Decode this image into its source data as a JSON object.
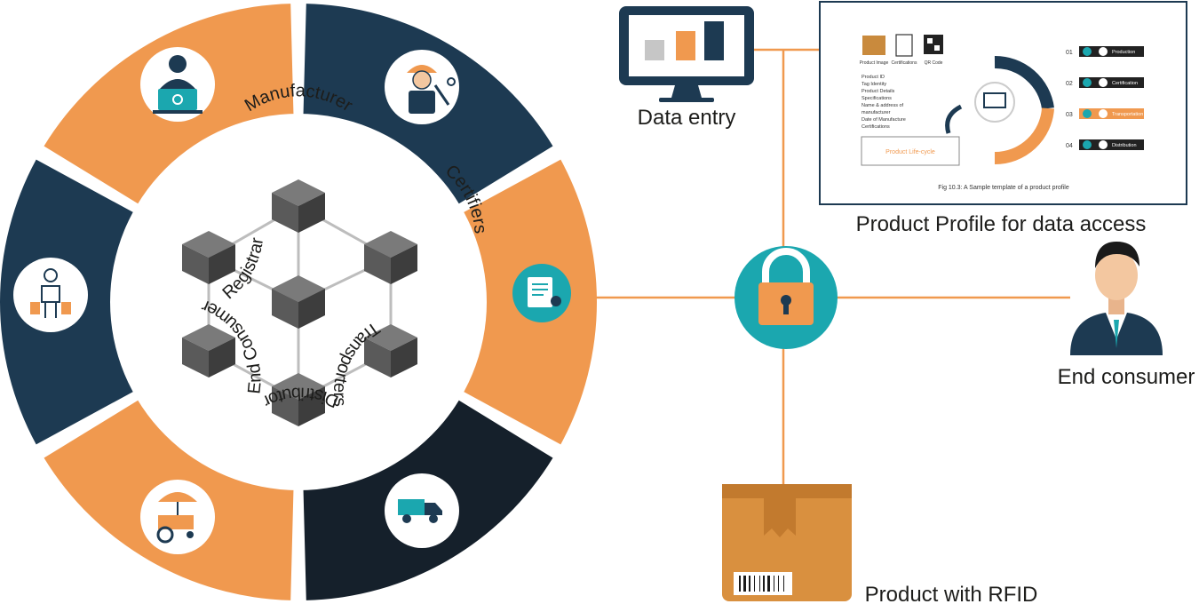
{
  "colors": {
    "orange": "#F0994F",
    "navy": "#1D3A52",
    "dark_navy": "#15202B",
    "teal": "#1BA7AF",
    "connector": "#F0994F",
    "cube": "#5A5A5A"
  },
  "wheel": {
    "segments": [
      {
        "label": "Manufacturer",
        "color": "navy",
        "icon": "worker-tools-icon"
      },
      {
        "label": "Certifiers",
        "color": "orange",
        "icon": "certificate-icon"
      },
      {
        "label": "Transporters",
        "color": "dark_navy",
        "icon": "delivery-truck-icon"
      },
      {
        "label": "Distributor",
        "color": "orange",
        "icon": "vendor-cart-icon"
      },
      {
        "label": "End Consumer",
        "color": "navy",
        "icon": "shopper-icon"
      },
      {
        "label": "Registrar",
        "color": "orange",
        "icon": "registrar-laptop-icon"
      }
    ],
    "center_icon": "blockchain-network-icon"
  },
  "nodes": {
    "data_entry": {
      "label": "Data entry",
      "icon": "monitor-chart-icon"
    },
    "product_profile": {
      "label": "Product Profile for data access",
      "thumbnail": {
        "top_icons": [
          "Product Image",
          "Certifications",
          "QR Code"
        ],
        "fields": [
          "Product ID",
          "Tag Identity",
          "Product Details",
          "Specifications",
          "Name & address of",
          "manufacturer",
          "Date of Manufacture",
          "Certifications"
        ],
        "box_label": "Product Life-cycle",
        "steps": [
          {
            "num": "01",
            "label": "Production"
          },
          {
            "num": "02",
            "label": "Certification"
          },
          {
            "num": "03",
            "label": "Transportation"
          },
          {
            "num": "04",
            "label": "Distribution"
          }
        ],
        "caption": "Fig 10.3: A Sample template of a product profile"
      }
    },
    "lock": {
      "icon": "padlock-icon"
    },
    "end_consumer": {
      "label": "End consumer",
      "icon": "businessman-icon"
    },
    "product": {
      "label": "Product with RFID",
      "icon": "package-barcode-icon"
    }
  }
}
